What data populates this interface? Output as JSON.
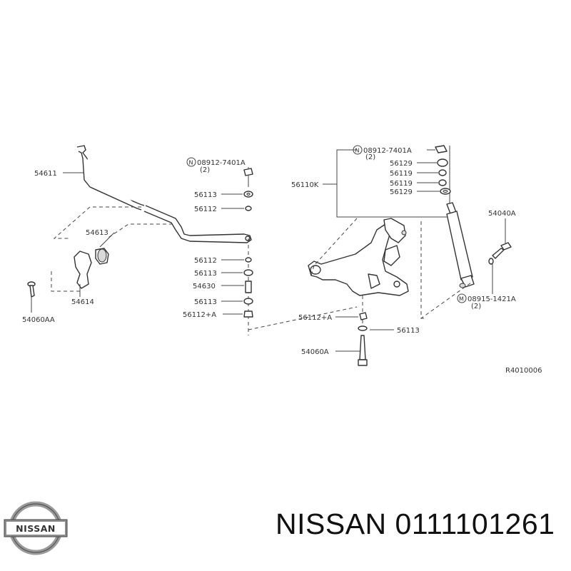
{
  "callouts": {
    "c54611": "54611",
    "c54613": "54613",
    "c54614": "54614",
    "c54060AA": "54060AA",
    "cN08912_left": "08912-7401A",
    "cN08912_left_qty": "(2)",
    "c56113_a": "56113",
    "c56112_a": "56112",
    "c56112_b": "56112",
    "c56113_b": "56113",
    "c54630": "54630",
    "c56113_c": "56113",
    "c56112A_a": "56112+A",
    "c56110K": "56110K",
    "cN08912_right": "08912-7401A",
    "cN08912_right_qty": "(2)",
    "c56129_a": "56129",
    "c56119_a": "56119",
    "c56119_b": "56119",
    "c56129_b": "56129",
    "c54040A": "54040A",
    "cM08915": "08915-1421A",
    "cM08915_qty": "(2)",
    "c56112A_b": "56112+A",
    "c56113_d": "56113",
    "c54060A": "54060A",
    "drawing_ref": "R4010006"
  },
  "symbols": {
    "n": "N",
    "m": "M"
  },
  "logo": {
    "text": "NISSAN"
  },
  "brand": {
    "text": "NISSAN 0111101261"
  }
}
